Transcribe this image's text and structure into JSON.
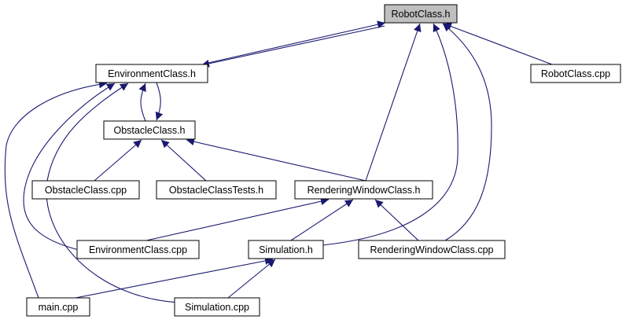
{
  "colors": {
    "edge": "#191970",
    "node_border": "#000000",
    "node_fill": "#ffffff",
    "root_fill": "#bfbfbf"
  },
  "nodes": [
    {
      "id": "robotclass_h",
      "label": "RobotClass.h",
      "root": true
    },
    {
      "id": "environmentclass_h",
      "label": "EnvironmentClass.h"
    },
    {
      "id": "robotclass_cpp",
      "label": "RobotClass.cpp"
    },
    {
      "id": "obstacleclass_h",
      "label": "ObstacleClass.h"
    },
    {
      "id": "obstacleclass_cpp",
      "label": "ObstacleClass.cpp"
    },
    {
      "id": "obstacleclasstests_h",
      "label": "ObstacleClassTests.h"
    },
    {
      "id": "renderingwindowclass_h",
      "label": "RenderingWindowClass.h"
    },
    {
      "id": "environmentclass_cpp",
      "label": "EnvironmentClass.cpp"
    },
    {
      "id": "simulation_h",
      "label": "Simulation.h"
    },
    {
      "id": "renderingwindowclass_cpp",
      "label": "RenderingWindowClass.cpp"
    },
    {
      "id": "main_cpp",
      "label": "main.cpp"
    },
    {
      "id": "simulation_cpp",
      "label": "Simulation.cpp"
    }
  ],
  "edges": [
    {
      "from": "environmentclass_h",
      "to": "robotclass_h"
    },
    {
      "from": "robotclass_h",
      "to": "environmentclass_h"
    },
    {
      "from": "robotclass_cpp",
      "to": "robotclass_h"
    },
    {
      "from": "renderingwindowclass_h",
      "to": "robotclass_h"
    },
    {
      "from": "simulation_h",
      "to": "robotclass_h"
    },
    {
      "from": "renderingwindowclass_cpp",
      "to": "robotclass_h"
    },
    {
      "from": "obstacleclass_h",
      "to": "environmentclass_h"
    },
    {
      "from": "environmentclass_h",
      "to": "obstacleclass_h"
    },
    {
      "from": "environmentclass_cpp",
      "to": "environmentclass_h"
    },
    {
      "from": "main_cpp",
      "to": "environmentclass_h"
    },
    {
      "from": "simulation_cpp",
      "to": "environmentclass_h"
    },
    {
      "from": "obstacleclass_cpp",
      "to": "obstacleclass_h"
    },
    {
      "from": "obstacleclasstests_h",
      "to": "obstacleclass_h"
    },
    {
      "from": "renderingwindowclass_h",
      "to": "obstacleclass_h"
    },
    {
      "from": "environmentclass_cpp",
      "to": "renderingwindowclass_h"
    },
    {
      "from": "simulation_h",
      "to": "renderingwindowclass_h"
    },
    {
      "from": "renderingwindowclass_cpp",
      "to": "renderingwindowclass_h"
    },
    {
      "from": "main_cpp",
      "to": "simulation_h"
    },
    {
      "from": "simulation_cpp",
      "to": "simulation_h"
    }
  ]
}
